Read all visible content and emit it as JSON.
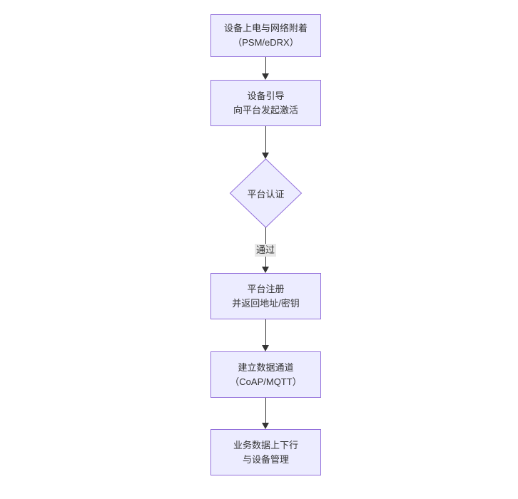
{
  "diagram": {
    "type": "flowchart",
    "direction": "top-down",
    "colors": {
      "node_fill": "#ECECFF",
      "node_border": "#9370DB",
      "edge_line": "#333333",
      "text": "#333333",
      "edge_label_bg": "#e8e8e8",
      "background": "#ffffff"
    },
    "nodes": [
      {
        "id": "n1",
        "shape": "rect",
        "lines": [
          "设备上电与网络附着",
          "（PSM/eDRX）"
        ]
      },
      {
        "id": "n2",
        "shape": "rect",
        "lines": [
          "设备引导",
          "向平台发起激活"
        ]
      },
      {
        "id": "n3",
        "shape": "diamond",
        "lines": [
          "平台认证"
        ]
      },
      {
        "id": "n4",
        "shape": "rect",
        "lines": [
          "平台注册",
          "并返回地址/密钥"
        ]
      },
      {
        "id": "n5",
        "shape": "rect",
        "lines": [
          "建立数据通道",
          "（CoAP/MQTT）"
        ]
      },
      {
        "id": "n6",
        "shape": "rect",
        "lines": [
          "业务数据上下行",
          "与设备管理"
        ]
      }
    ],
    "edges": [
      {
        "from": "n1",
        "to": "n2",
        "label": ""
      },
      {
        "from": "n2",
        "to": "n3",
        "label": ""
      },
      {
        "from": "n3",
        "to": "n4",
        "label": "通过"
      },
      {
        "from": "n4",
        "to": "n5",
        "label": ""
      },
      {
        "from": "n5",
        "to": "n6",
        "label": ""
      }
    ]
  }
}
